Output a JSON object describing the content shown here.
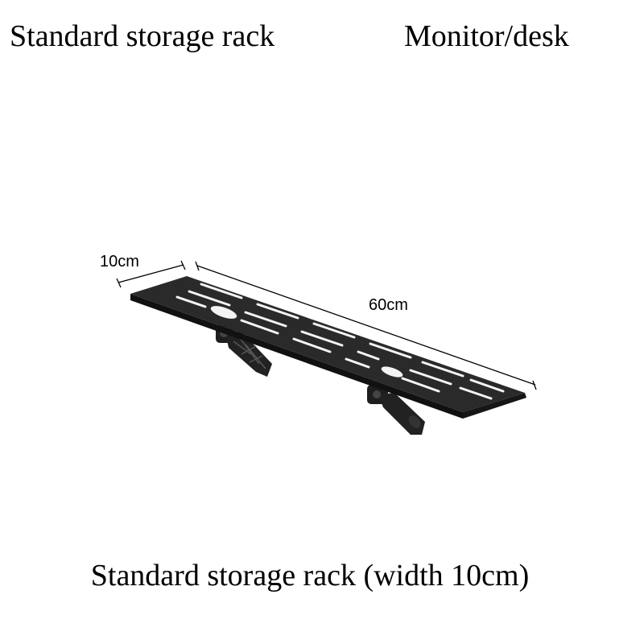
{
  "header": {
    "left_title": "Standard storage rack",
    "right_title": "Monitor/desk"
  },
  "dimensions": {
    "depth_label": "10cm",
    "width_label": "60cm"
  },
  "caption": "Standard storage rack (width 10cm)",
  "colors": {
    "shelf": "#2a2a2a",
    "shelf_edge": "#111111",
    "background": "#ffffff"
  }
}
